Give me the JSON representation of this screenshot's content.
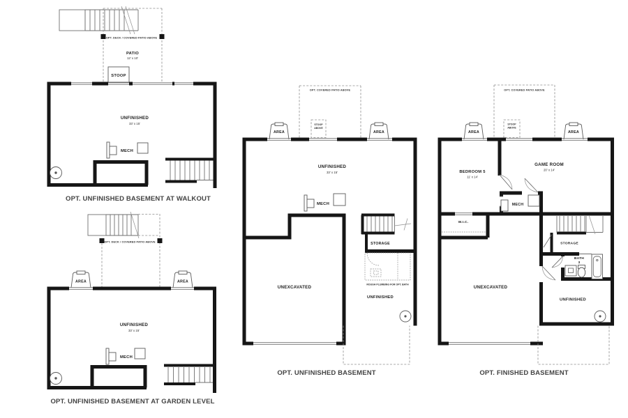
{
  "colors": {
    "background": "#ffffff",
    "wall": "#161616",
    "thin_line": "#6f6f6f",
    "dashed_line": "#8c8c8c",
    "text": "#1d1d1d",
    "caption": "#434343"
  },
  "plans": {
    "walkout": {
      "caption": "OPT. UNFINISHED BASEMENT AT WALKOUT",
      "deck_label": "OPT. DECK / COVERED PATIO ABOVE",
      "patio_label": "PATIO",
      "patio_dims": "12' x 10'",
      "stoop_label": "STOOP",
      "room_label": "UNFINISHED",
      "room_dims": "33' x 15'",
      "mech_label": "MECH"
    },
    "garden": {
      "caption": "OPT. UNFINISHED BASEMENT AT GARDEN LEVEL",
      "deck_label": "OPT. DECK / COVERED PATIO ABOVE",
      "area_left": "AREA",
      "area_right": "AREA",
      "room_label": "UNFINISHED",
      "room_dims": "33' x 15'",
      "mech_label": "MECH"
    },
    "unfinished": {
      "caption": "OPT. UNFINISHED BASEMENT",
      "patio_label": "OPT. COVERED PATIO ABOVE",
      "stoop_label_1": "STOOP",
      "stoop_label_2": "ABOVE",
      "area_left": "AREA",
      "area_right": "AREA",
      "room_label": "UNFINISHED",
      "room_dims": "33' x 15'",
      "mech_label": "MECH",
      "unexcavated_label": "UNEXCAVATED",
      "storage_label": "STORAGE",
      "rough_plumbing_label": "ROUGH PLUMBING FOR OPT. BATH",
      "lower_room_label": "UNFINISHED"
    },
    "finished": {
      "caption": "OPT. FINISHED BASEMENT",
      "patio_label": "OPT. COVERED PATIO ABOVE",
      "stoop_label_1": "STOOP",
      "stoop_label_2": "ABOVE",
      "area_left": "AREA",
      "area_right": "AREA",
      "bedroom_label": "BEDROOM 5",
      "bedroom_dims": "11' x 14'",
      "gameroom_label": "GAME ROOM",
      "gameroom_dims": "20' x 14'",
      "mech_label": "MECH",
      "wic_label": "W.I.C.",
      "unexcavated_label": "UNEXCAVATED",
      "storage_label": "STORAGE",
      "bath_label_1": "BATH",
      "bath_label_2": "3",
      "lower_room_label": "UNFINISHED"
    }
  }
}
